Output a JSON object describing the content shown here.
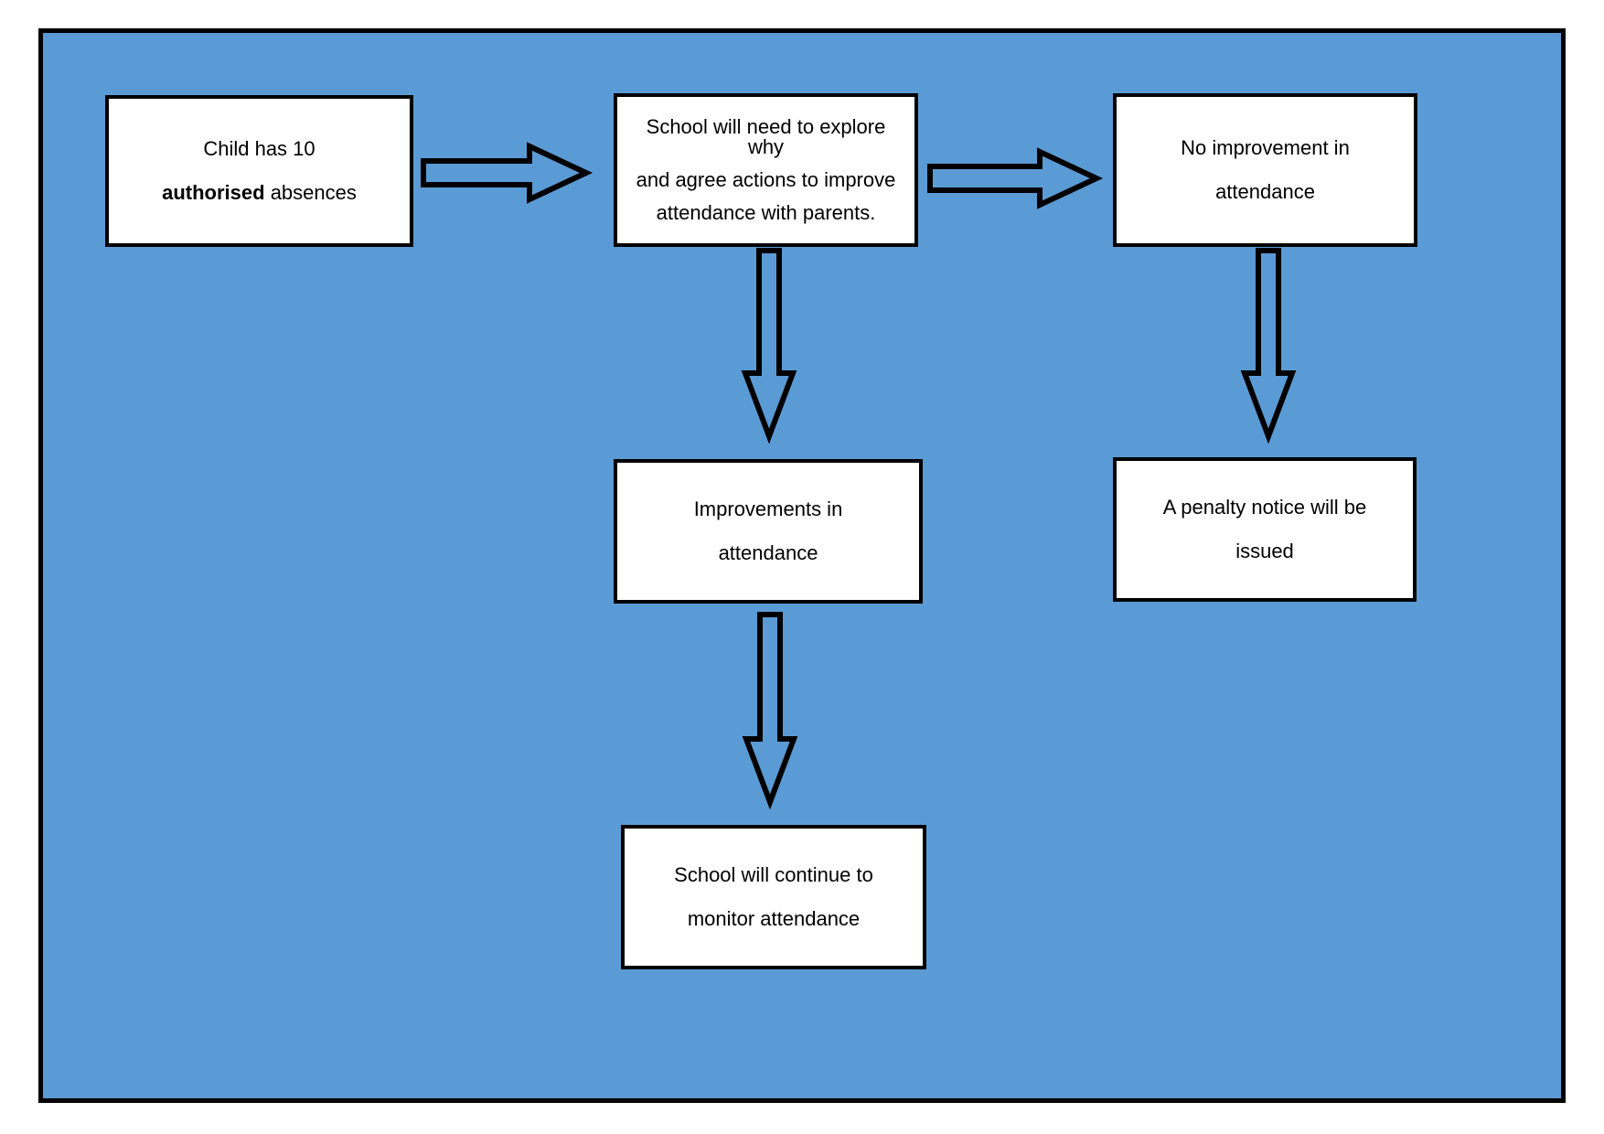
{
  "diagram": {
    "title_region": "school-attendance-penalty-flowchart",
    "background_color": "#5B9BD5",
    "node_fill": "#ffffff",
    "line_color": "#000000",
    "nodes": [
      {
        "id": "start",
        "name": "child-has-absences",
        "lines": [
          "Child has 10",
          "authorised absences"
        ],
        "line1": "Child has 10",
        "line2_bold": "authorised",
        "line2_rest": " absences"
      },
      {
        "id": "explore",
        "name": "school-explore-actions",
        "line1": "School will need to explore why",
        "line2": "and agree actions to improve",
        "line3": "attendance with parents."
      },
      {
        "id": "noimprove",
        "name": "no-improvement-in-attendance",
        "line1": "No improvement in",
        "line2": "attendance"
      },
      {
        "id": "improve",
        "name": "improvements-in-attendance",
        "line1": "Improvements in",
        "line2": "attendance"
      },
      {
        "id": "penalty",
        "name": "penalty-notice-issued",
        "line1": "A penalty notice will be",
        "line2": "issued"
      },
      {
        "id": "monitor",
        "name": "school-continue-monitor",
        "line1": "School will continue to",
        "line2": "monitor attendance"
      }
    ],
    "arrows": [
      {
        "id": "start-to-explore",
        "from": "start",
        "to": "explore",
        "direction": "right"
      },
      {
        "id": "explore-to-noimp",
        "from": "explore",
        "to": "noimprove",
        "direction": "right"
      },
      {
        "id": "explore-to-improve",
        "from": "explore",
        "to": "improve",
        "direction": "down"
      },
      {
        "id": "noimp-to-penalty",
        "from": "noimprove",
        "to": "penalty",
        "direction": "down"
      },
      {
        "id": "improve-to-monitor",
        "from": "improve",
        "to": "monitor",
        "direction": "down"
      }
    ]
  }
}
